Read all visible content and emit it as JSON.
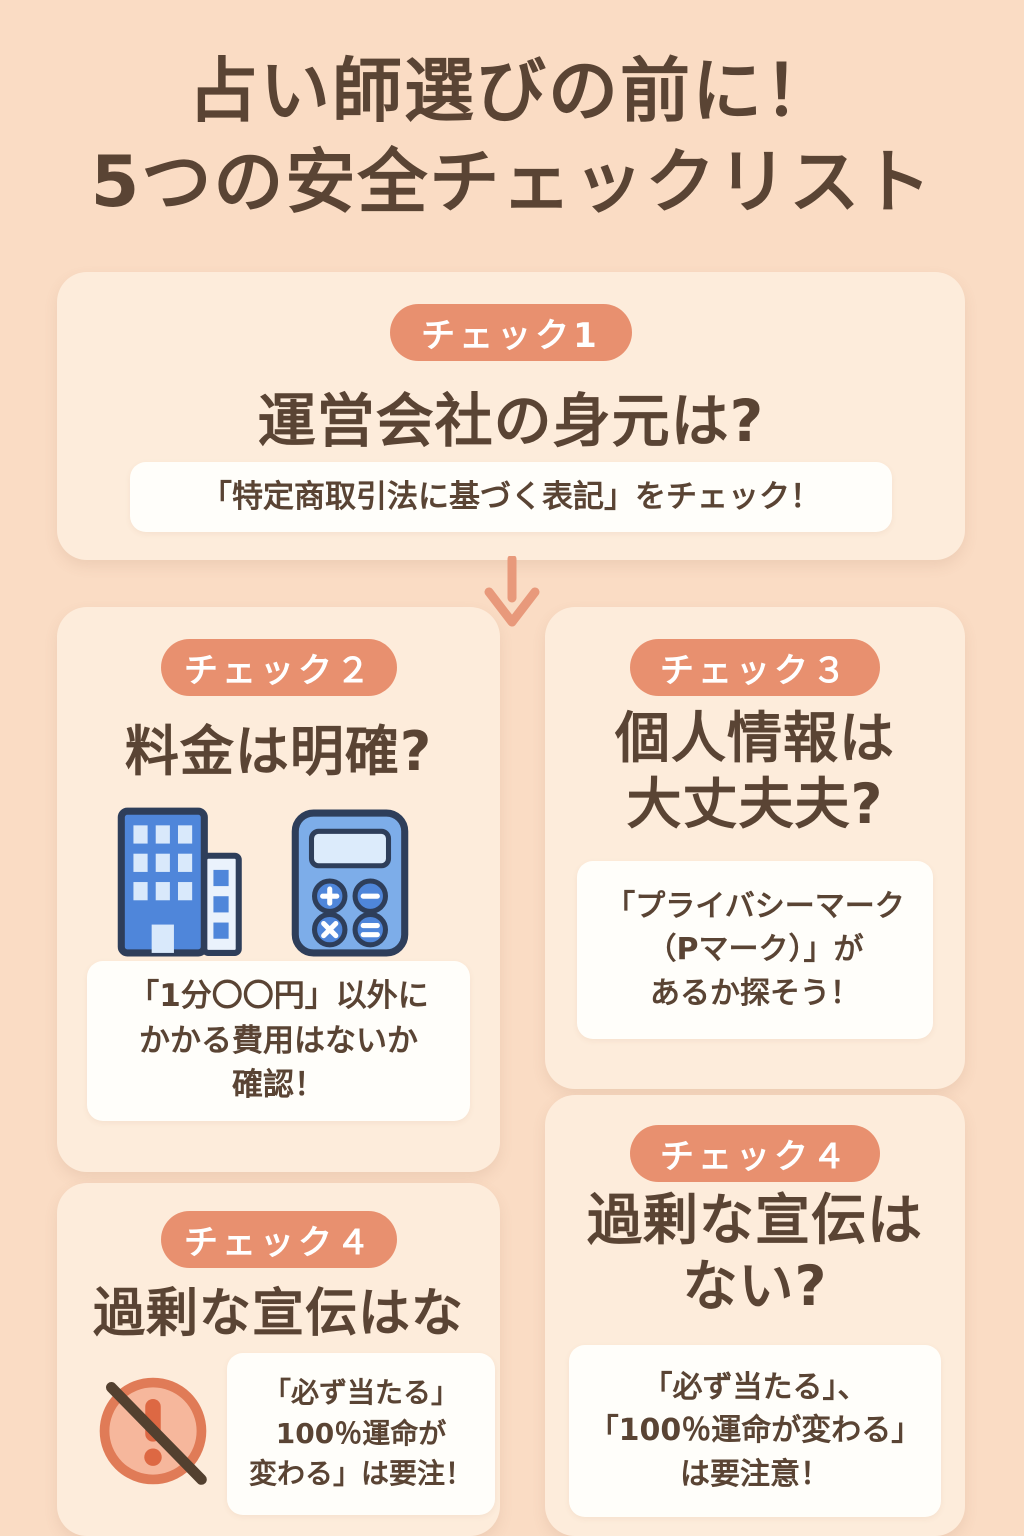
{
  "colors": {
    "background": "#fadcc4",
    "card": "#fdecdb",
    "badge": "#e8906f",
    "text": "#5a4434",
    "note_background": "#fffefa",
    "arrow": "#e8997b",
    "icon_blue": "#4f86da",
    "icon_outline": "#2e3e5a"
  },
  "title": {
    "line1": "占い師選びの前に！",
    "line2": "5つの安全チェックリスト"
  },
  "check1": {
    "badge": "チェック1",
    "heading": "運営会社の身元は?",
    "note": "「特定商取引法に基づく表記」をチェック！"
  },
  "check2": {
    "badge": "チェック２",
    "heading": "料金は明確?",
    "icons": [
      "building-icon",
      "calculator-icon"
    ],
    "note_lines": [
      "「1分〇〇円」以外に",
      "かかる費用はないか",
      "確認！"
    ]
  },
  "check3": {
    "badge": "チェック３",
    "heading_lines": [
      "個人情報は",
      "大丈夫夫?"
    ],
    "note_lines": [
      "「プライバシーマーク",
      "（Pマーク）」が",
      "あるか探そう！"
    ]
  },
  "check4_right": {
    "badge": "チェック４",
    "heading_lines": [
      "過剰な宣伝は",
      "ない?"
    ],
    "note_lines": [
      "「必ず当たる」、",
      "「100％運命が変わる」",
      "は要注意！"
    ]
  },
  "check4_left": {
    "badge": "チェック４",
    "heading": "過剰な宣伝はな",
    "icon": "no-exaggeration-icon",
    "note_lines": [
      "「必ず当たる」",
      "100％運命が",
      "変わる」は要注！"
    ]
  }
}
